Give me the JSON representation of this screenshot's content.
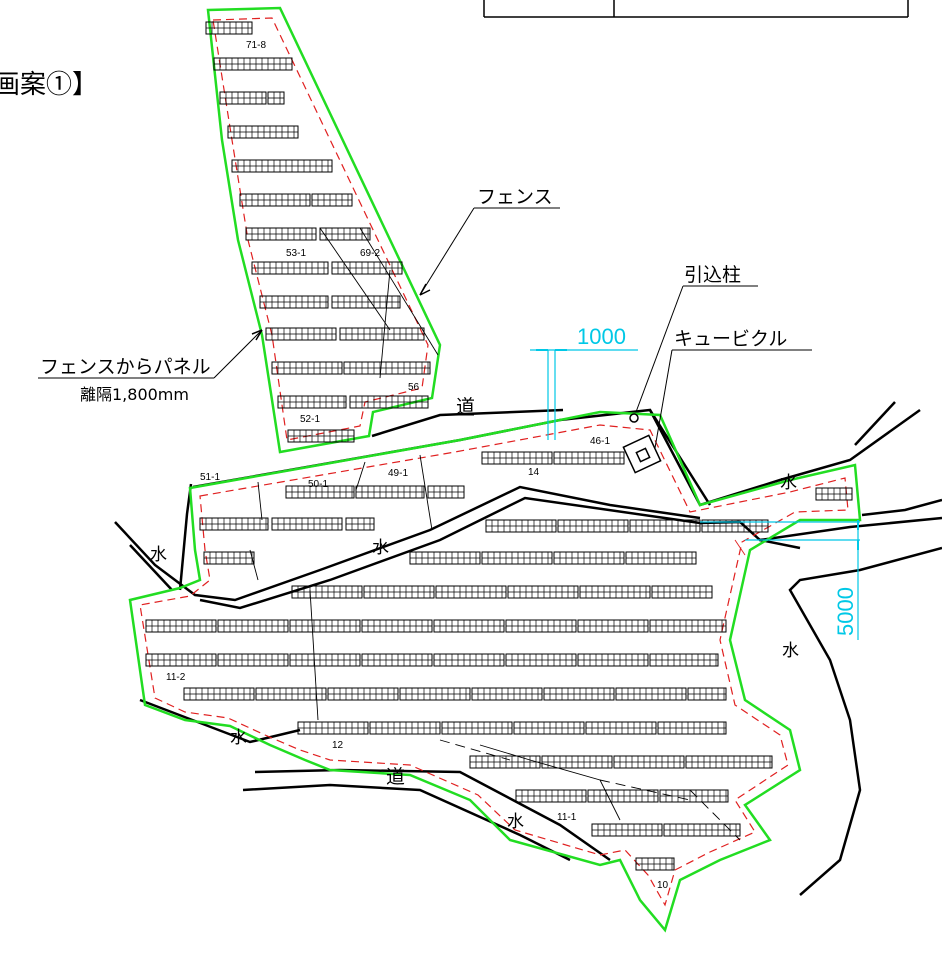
{
  "title_fragment": "画案①】",
  "labels": {
    "fence": "フェンス",
    "pull_pole": "引込柱",
    "cubicle": "キュービクル",
    "fence_panel_line1": "フェンスからパネル",
    "fence_panel_line2": "離隔1,800mm",
    "road": "道",
    "water": "水"
  },
  "dimensions": {
    "d1000": "1000",
    "d5000": "5000"
  },
  "block_ids": {
    "b71_8": "71-8",
    "b53_1": "53-1",
    "b69_2": "69-2",
    "b56": "56",
    "b52_1": "52-1",
    "b46_1": "46-1",
    "b49_1": "49-1",
    "b51_1": "51-1",
    "b50_1": "50-1",
    "b14": "14",
    "b11_2": "11-2",
    "b12": "12",
    "b11_1": "11-1",
    "b10": "10"
  },
  "colors": {
    "fence": "#22dd22",
    "setback": "#e02020",
    "dimension": "#00c8e6",
    "line": "#000000"
  }
}
